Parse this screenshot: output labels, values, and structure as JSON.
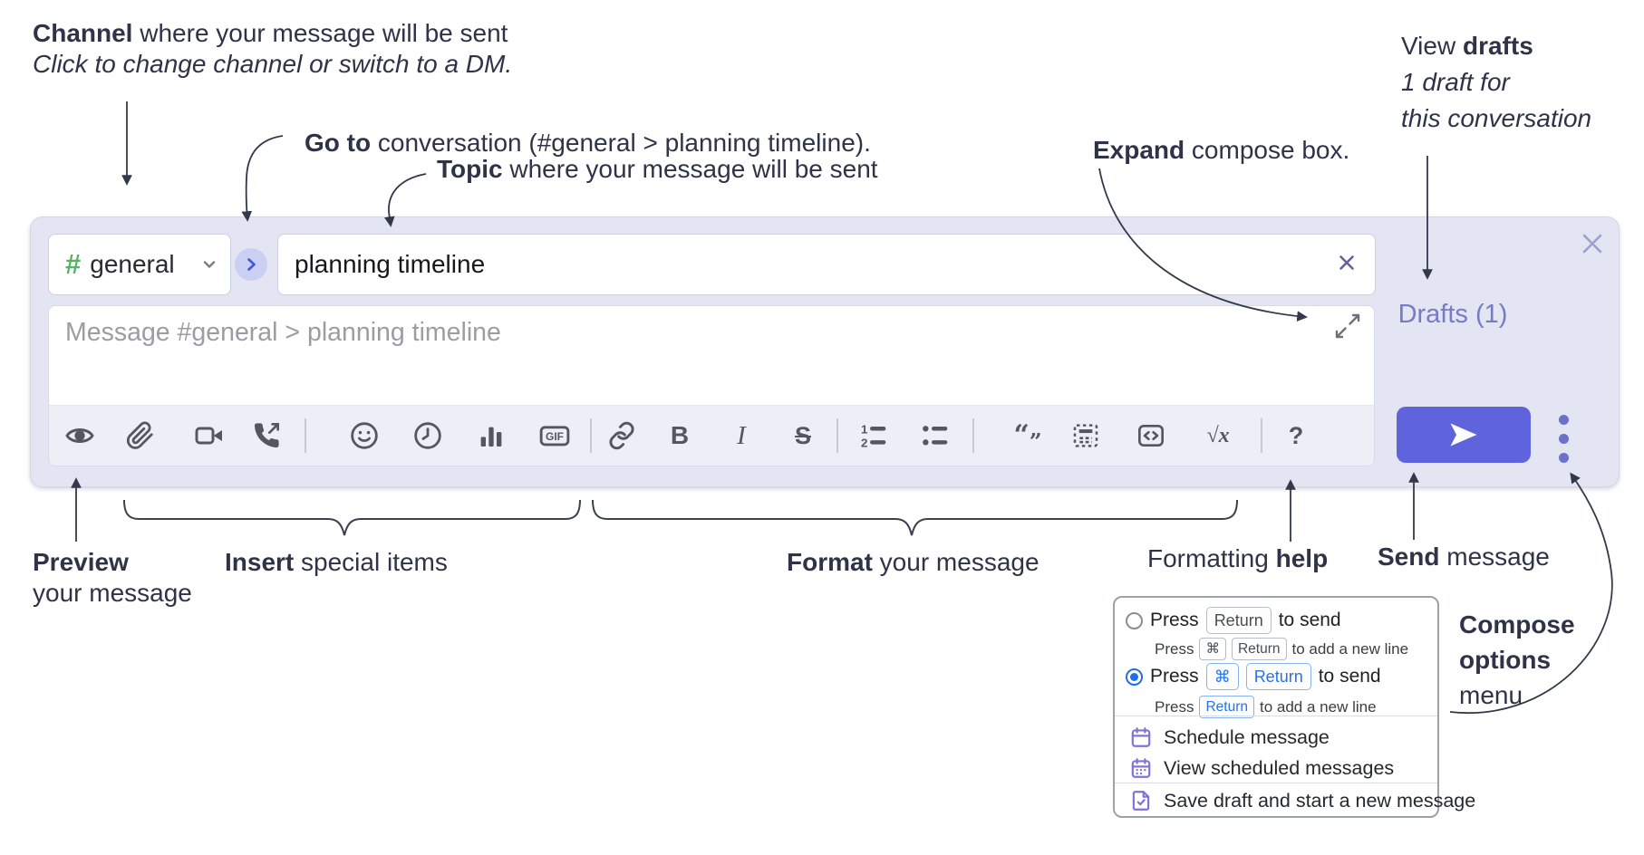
{
  "annotations": {
    "channel": {
      "bold": "Channel",
      "rest": " where your message will be sent",
      "line2": "Click to change channel or switch to a DM."
    },
    "goto": {
      "bold": "Go to",
      "rest": " conversation (#general > planning timeline)."
    },
    "topic": {
      "bold": "Topic",
      "rest": " where your message will be sent"
    },
    "expand": {
      "bold": "Expand",
      "rest": " compose box."
    },
    "view_drafts": {
      "line1_pre": "View ",
      "line1_bold": "drafts",
      "line2": "1 draft for",
      "line3": "this conversation"
    },
    "preview": {
      "bold": "Preview",
      "line2": "your message"
    },
    "insert": {
      "bold": "Insert",
      "rest": " special items"
    },
    "format": {
      "bold": "Format",
      "rest": " your message"
    },
    "formatting_help": {
      "pre": "Formatting ",
      "bold": "help"
    },
    "send": {
      "bold": "Send",
      "rest": " message"
    },
    "compose_options": {
      "line1": "Compose",
      "line2": "options",
      "line3": "menu"
    }
  },
  "compose": {
    "channel": {
      "hash": "#",
      "name": "general"
    },
    "topic": "planning timeline",
    "placeholder": "Message #general > planning timeline",
    "drafts": "Drafts (1)"
  },
  "toolbar": {
    "icons": [
      "preview",
      "attach-file",
      "video-call",
      "voice-call",
      "emoji",
      "global-time",
      "poll",
      "gif",
      "link",
      "bold",
      "italic",
      "strikethrough",
      "numbered-list",
      "bulleted-list",
      "quote",
      "spoiler",
      "code",
      "math",
      "help"
    ],
    "glyphs": {
      "bold": "B",
      "italic": "I",
      "strike": "S",
      "gif": "GIF",
      "math": "√x",
      "help": "?",
      "num1": "1",
      "num2": "2",
      "quote_open": "“",
      "quote_close": "”"
    }
  },
  "popup": {
    "radio1": {
      "pre": "Press",
      "key_return": "Return",
      "post": "to send"
    },
    "radio1_sub": {
      "pre": "Press",
      "key_cmd": "⌘",
      "key_return": "Return",
      "post": "to add a new line"
    },
    "radio2": {
      "pre": "Press",
      "key_cmd": "⌘",
      "key_return": "Return",
      "post": "to send"
    },
    "radio2_sub": {
      "pre": "Press",
      "key_return": "Return",
      "post": "to add a new line"
    },
    "menu_items": [
      "Schedule message",
      "View scheduled messages",
      "Save draft and start a new message"
    ]
  },
  "colors": {
    "accent": "#5f64dd",
    "compose_bg": "#e3e5f3",
    "drafts_link": "#767bc8",
    "radio_selected": "#1e6fe8",
    "popup_icon": "#7d74d8",
    "hash_green": "#58b368"
  }
}
